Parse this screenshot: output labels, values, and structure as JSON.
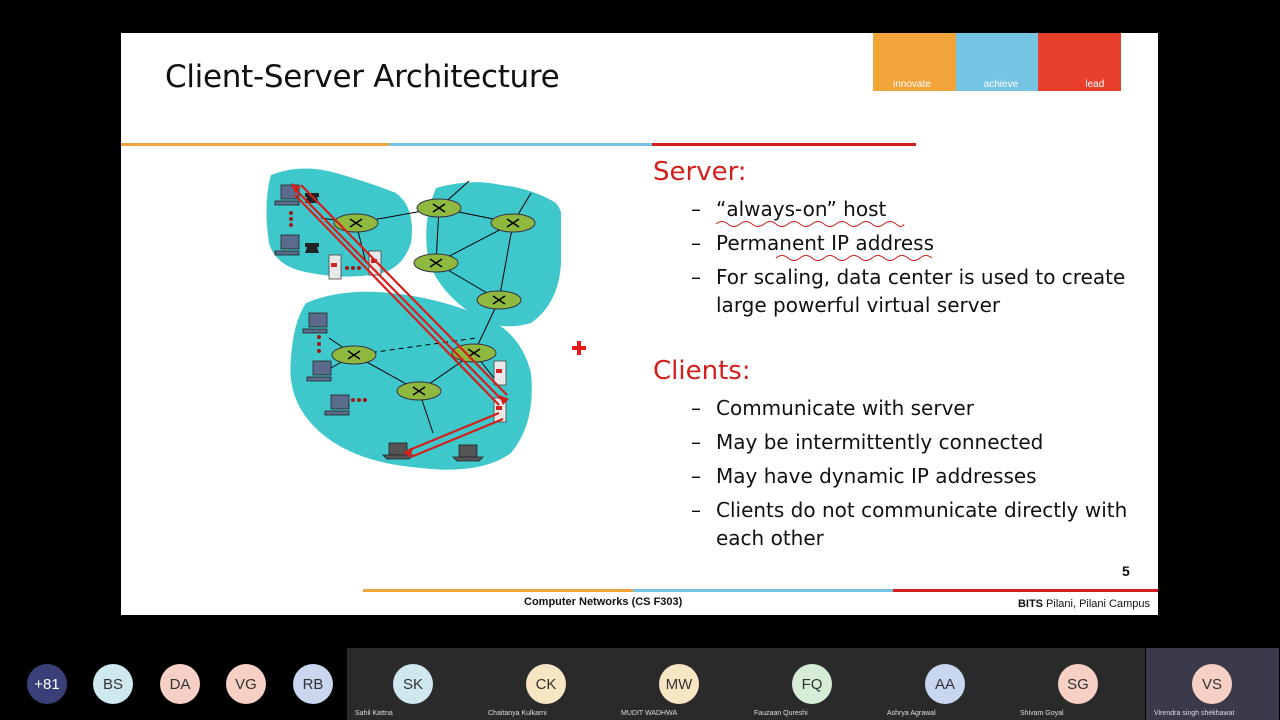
{
  "slide": {
    "title": "Client-Server Architecture",
    "banner": [
      "innovate",
      "achieve",
      "lead"
    ],
    "server": {
      "heading": "Server:",
      "bullets": [
        "“always-on” host",
        "Permanent IP address",
        "For scaling, data center is used to create large powerful virtual server"
      ]
    },
    "clients": {
      "heading": "Clients:",
      "bullets": [
        "Communicate with server",
        "May be intermittently connected",
        "May have dynamic IP addresses",
        "Clients do not communicate directly with each other"
      ]
    },
    "page_number": "5",
    "footer_course": "Computer Networks (CS F303)",
    "footer_campus_bold": "BITS",
    "footer_campus_rest": " Pilani, Pilani Campus"
  },
  "participants": [
    {
      "initials": "+81",
      "name": "",
      "color": "#3a3f78"
    },
    {
      "initials": "BS",
      "name": "",
      "color": "#cfe8ee"
    },
    {
      "initials": "DA",
      "name": "",
      "color": "#f6d0c5"
    },
    {
      "initials": "VG",
      "name": "",
      "color": "#f6d0c5"
    },
    {
      "initials": "RB",
      "name": "",
      "color": "#c9d6f0"
    },
    {
      "initials": "SK",
      "name": "Sahil Kattna",
      "color": "#cfe8ee"
    },
    {
      "initials": "CK",
      "name": "Chaitanya Kulkarni",
      "color": "#f7e6c4"
    },
    {
      "initials": "MW",
      "name": "MUDIT WADHWA",
      "color": "#f7e6c4"
    },
    {
      "initials": "FQ",
      "name": "Fauzaan Qureshi",
      "color": "#d7ecd6"
    },
    {
      "initials": "AA",
      "name": "Ashrya Agrawal",
      "color": "#c9d6f0"
    },
    {
      "initials": "SG",
      "name": "Shivam Goyal",
      "color": "#f6d0c5"
    },
    {
      "initials": "VS",
      "name": "Virendra singh shekhawat",
      "color": "#f6d0c5"
    }
  ]
}
